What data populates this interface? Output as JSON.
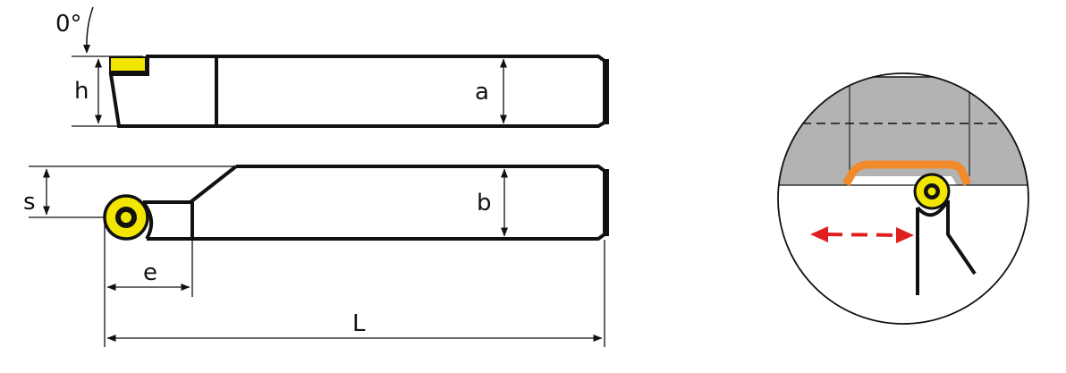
{
  "diagram": {
    "labels": {
      "angle": "0°",
      "h": "h",
      "a": "a",
      "s": "s",
      "b": "b",
      "e": "e",
      "L": "L"
    },
    "colors": {
      "outline": "#111111",
      "insert": "#f2e600",
      "chip_guard": "#f08a2a",
      "arrow": "#e01e1e",
      "workpiece": "#b3b3b3"
    }
  }
}
